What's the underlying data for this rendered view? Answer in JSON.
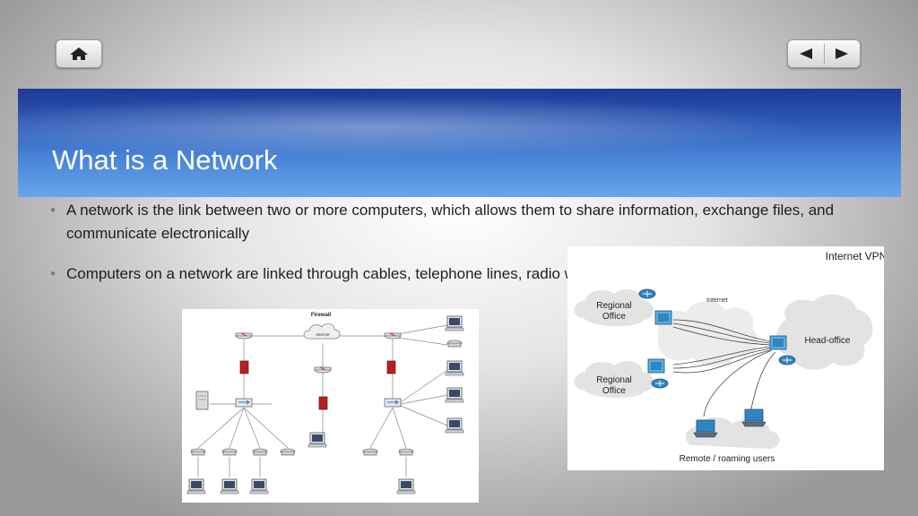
{
  "slide": {
    "title": "What is a Network",
    "bullets": [
      "A network is the link between two or more computers, which allows them to share information, exchange files, and communicate electronically",
      " Computers on a network are linked through cables, telephone lines, radio waves, satellites, or infrared light beams."
    ]
  },
  "nav": {
    "home_icon": "home-icon",
    "prev_icon": "triangle-left-icon",
    "next_icon": "triangle-right-icon"
  },
  "figure_firewall": {
    "title": "Firewall",
    "cloud_label": "Internet"
  },
  "figure_vpn": {
    "title": "Internet VPN",
    "cloud_label": "Internet",
    "regional_office_line1": "Regional",
    "regional_office_line2": "Office",
    "head_office": "Head-office",
    "remote_users": "Remote / roaming users"
  },
  "colors": {
    "banner_dark": "#1d3a96",
    "banner_light": "#6aa4ec",
    "firewall_red": "#b22222",
    "router_blue": "#2e86c1"
  }
}
